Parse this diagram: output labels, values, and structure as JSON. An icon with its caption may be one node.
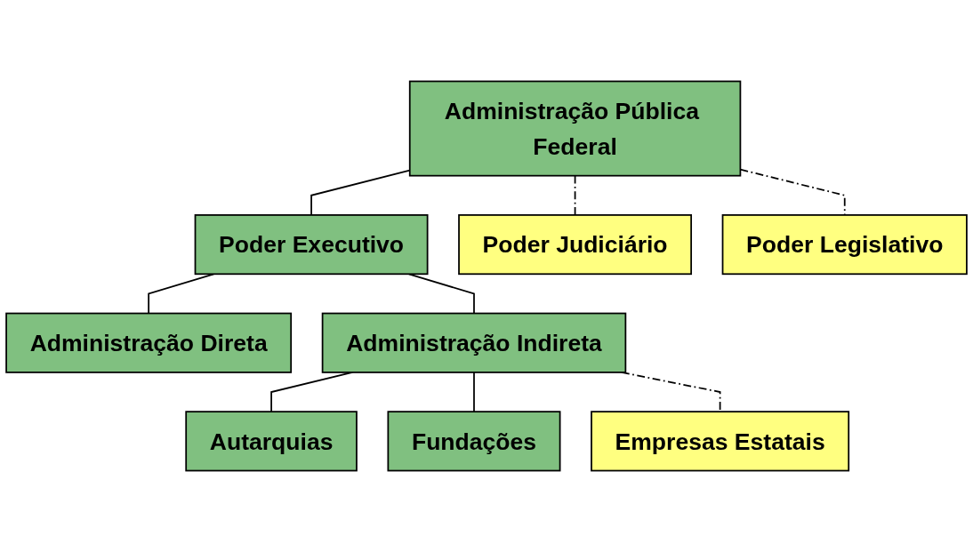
{
  "diagram": {
    "nodes": [
      {
        "text": [
          "Administração Pública Federal"
        ]
      },
      {
        "text": [
          "Poder Executivo"
        ]
      },
      {
        "text": [
          "Poder Judiciário"
        ]
      },
      {
        "text": [
          "Poder Legislativo"
        ]
      },
      {
        "text": [
          "Administração Direta"
        ]
      },
      {
        "text": [
          "Administração Indireta"
        ]
      },
      {
        "text": [
          "Autarquias"
        ]
      },
      {
        "text": [
          "Fundações"
        ]
      },
      {
        "text": [
          "Empresas Estatais"
        ]
      }
    ],
    "edges": [
      {
        "from": 0,
        "to": 1,
        "arrow": "none"
      },
      {
        "from": 0,
        "to": 2,
        "arrow": "none",
        "style": "dashed"
      },
      {
        "from": 0,
        "to": 3,
        "arrow": "none",
        "style": "dashed"
      },
      {
        "from": 1,
        "to": 4,
        "arrow": "none"
      },
      {
        "from": 1,
        "to": 5,
        "arrow": "none"
      },
      {
        "from": 5,
        "to": 6,
        "arrow": "none"
      },
      {
        "from": 5,
        "to": 7,
        "arrow": "none"
      },
      {
        "from": 5,
        "to": 8,
        "arrow": "none",
        "style": "dashed"
      }
    ]
  }
}
